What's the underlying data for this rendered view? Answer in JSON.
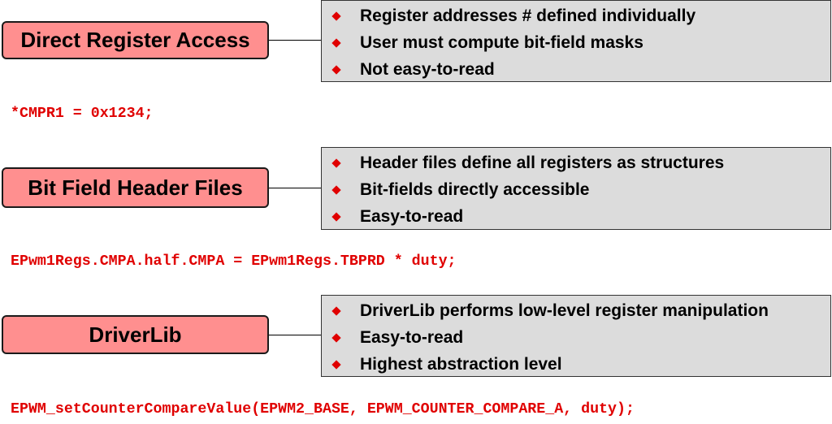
{
  "sections": [
    {
      "label": "Direct Register Access",
      "bullets": [
        "Register addresses # defined individually",
        "User must compute bit-field masks",
        "Not easy-to-read"
      ],
      "code": "*CMPR1 = 0x1234;"
    },
    {
      "label": "Bit Field Header Files",
      "bullets": [
        "Header files define all registers as structures",
        "Bit-fields directly accessible",
        "Easy-to-read"
      ],
      "code": "EPwm1Regs.CMPA.half.CMPA = EPwm1Regs.TBPRD * duty;"
    },
    {
      "label": "DriverLib",
      "bullets": [
        "DriverLib performs low-level register manipulation",
        "Easy-to-read",
        "Highest abstraction level"
      ],
      "code": "EPWM_setCounterCompareValue(EPWM2_BASE, EPWM_COUNTER_COMPARE_A, duty);"
    }
  ],
  "colors": {
    "label_fill": "#ff8f8f",
    "bullet_box_fill": "#dcdcdc",
    "bullet_marker": "#e00000",
    "code_text": "#e00000"
  },
  "icons": {
    "bullet_marker": "red-diamond-icon"
  }
}
